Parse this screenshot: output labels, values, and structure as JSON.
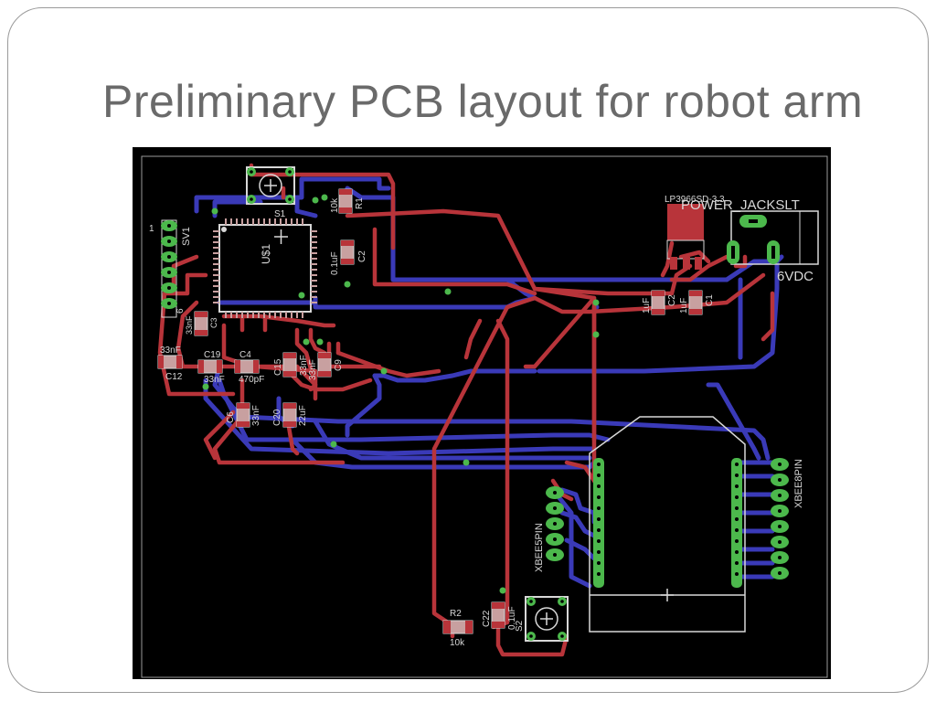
{
  "slide": {
    "title": "Preliminary PCB layout for robot arm"
  },
  "pcb": {
    "parts": {
      "header_left": "SV1",
      "header_left_pin1": "1",
      "header_left_pin6": "6",
      "mcu": "U$1",
      "switch1": "S1",
      "r1_value": "10k",
      "r1_name": "R1",
      "c2_name": "C2",
      "c2_value": "0.1uF",
      "regulator": "LP3966SD-3.3",
      "power_jack": "POWER_JACKSLT",
      "power_voltage": "6VDC",
      "c_left_value": "1uF",
      "c_left_name": "C2",
      "c_right_value": "1uF",
      "c_right_name": "C1",
      "c3_name": "C3",
      "c3_value": "33nF",
      "c12_value": "33nF",
      "c12_name": "C12",
      "c19_name": "C19",
      "c19_value": "33nF",
      "c4_name": "C4",
      "c4_value": "470pF",
      "c15_name": "C15",
      "c15_value": "33nF",
      "c9_value": "33nF",
      "c9_name": "C9",
      "c6_name": "C6",
      "c6_value": "33nF",
      "c20_name": "C20",
      "c20_value": "22uF",
      "xbee_right": "XBEE8PIN",
      "xbee_left": "XBEE5PIN",
      "r2_name": "R2",
      "r2_value": "10k",
      "c22_name": "C22",
      "c22_value": "0.1uF",
      "switch2": "S2"
    },
    "colors": {
      "top_copper": "#b8343a",
      "bottom_copper": "#3a3ab8",
      "pad": "#4cb84c",
      "silkscreen": "#d8d8d8",
      "smd_pad": "#c8a0a0",
      "board": "#000000"
    }
  }
}
